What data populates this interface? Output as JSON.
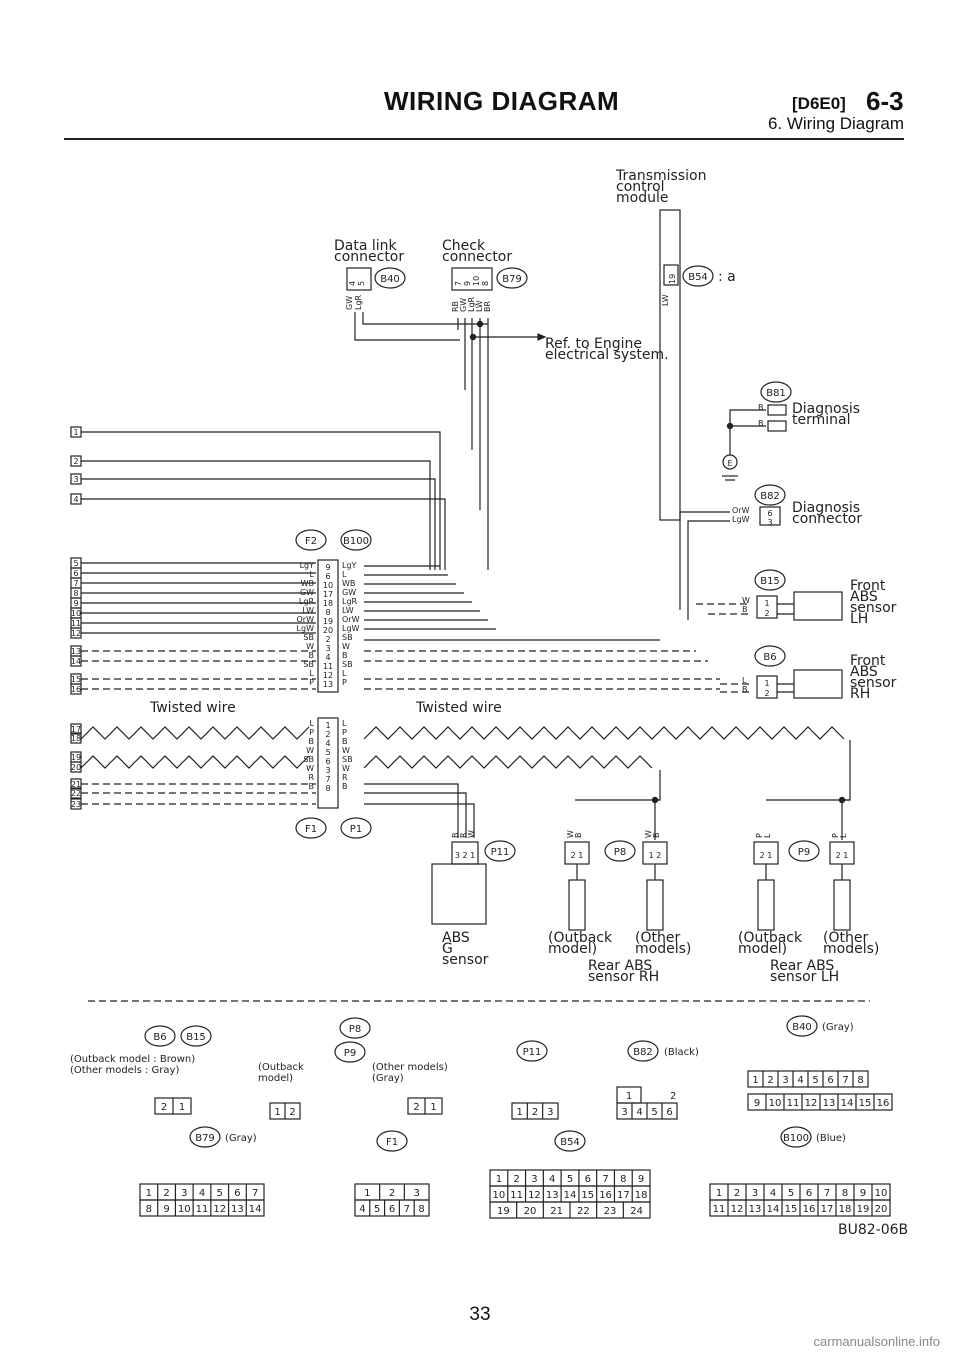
{
  "header": {
    "title": "WIRING DIAGRAM",
    "code": "[D6E0]",
    "section": "6-3",
    "subtitle": "6. Wiring Diagram"
  },
  "components": {
    "tcm": "Transmission control module",
    "tcm_lines": [
      "Transmission",
      "control",
      "module"
    ],
    "data_link": [
      "Data link",
      "connector"
    ],
    "check": [
      "Check",
      "connector"
    ],
    "ref_engine": [
      "Ref. to Engine",
      "electrical system."
    ],
    "diag_terminal": [
      "Diagnosis",
      "terminal"
    ],
    "diag_connector": [
      "Diagnosis",
      "connector"
    ],
    "front_abs_lh": [
      "Front",
      "ABS",
      "sensor",
      "LH"
    ],
    "front_abs_rh": [
      "Front",
      "ABS",
      "sensor",
      "RH"
    ],
    "twisted_wire": "Twisted wire",
    "abs_g": [
      "ABS",
      "G",
      "sensor"
    ],
    "outback_model": [
      "(Outback",
      "model)"
    ],
    "other_models": [
      "(Other",
      "models)"
    ],
    "rear_abs_rh": [
      "Rear ABS",
      "sensor RH"
    ],
    "rear_abs_lh": [
      "Rear ABS",
      "sensor LH"
    ],
    "b54_suffix": ": a",
    "ground": "E"
  },
  "connectors": {
    "B40": "B40",
    "B79": "B79",
    "B54": "B54",
    "B81": "B81",
    "B82": "B82",
    "B15": "B15",
    "B6": "B6",
    "F2": "F2",
    "B100": "B100",
    "F1": "F1",
    "P1": "P1",
    "P11": "P11",
    "P8": "P8",
    "P9": "P9"
  },
  "left_terminals": [
    "1",
    "2",
    "3",
    "4",
    "5",
    "6",
    "7",
    "8",
    "9",
    "10",
    "11",
    "12",
    "13",
    "14",
    "15",
    "16",
    "17",
    "18",
    "19",
    "20",
    "21",
    "22",
    "23"
  ],
  "f2_colors": [
    "LgY",
    "L",
    "WB",
    "GW",
    "LgR",
    "LW",
    "OrW",
    "LgW",
    "SB",
    "W",
    "B",
    "SB",
    "L",
    "P"
  ],
  "f2_pins": [
    "9",
    "6",
    "10",
    "17",
    "18",
    "8",
    "19",
    "20",
    "2",
    "3",
    "4",
    "11",
    "12",
    "13"
  ],
  "b100_colors": [
    "LgY",
    "L",
    "WB",
    "GW",
    "LgR",
    "LW",
    "OrW",
    "LgW",
    "SB",
    "W",
    "B",
    "SB",
    "L",
    "P"
  ],
  "f1_colors": [
    "L",
    "P",
    "B",
    "W",
    "SB",
    "W",
    "R",
    "B"
  ],
  "f1_pins": [
    "1",
    "2",
    "4",
    "5",
    "6",
    "3",
    "7",
    "8"
  ],
  "p1_colors": [
    "L",
    "P",
    "B",
    "W",
    "SB",
    "W",
    "R",
    "B"
  ],
  "wire_labels": {
    "b40_wires": [
      "GW",
      "LgR"
    ],
    "b40_pins": [
      "4",
      "5"
    ],
    "b79_wires": [
      "RB",
      "GW",
      "LgR",
      "LW",
      "BR"
    ],
    "b79_pins": [
      "7",
      "9",
      "10",
      "8"
    ],
    "b54_wire": "LW",
    "b54_pin": "19",
    "b81_wires": [
      "B",
      "B"
    ],
    "b82_wires": [
      "OrW",
      "LgW"
    ],
    "b82_pins": [
      "6",
      "3"
    ],
    "b15_wires": [
      "W",
      "B"
    ],
    "b6_wires": [
      "L",
      "B"
    ],
    "p11_wires": [
      "B",
      "R",
      "W"
    ],
    "p8_out_wires": [
      "W",
      "B"
    ],
    "p8_oth_wires": [
      "W",
      "B"
    ],
    "p9_out_wires": [
      "P",
      "L"
    ],
    "p9_oth_wires": [
      "P",
      "L"
    ]
  },
  "legend": {
    "b6_b15_colors": [
      "(Outback model : Brown)",
      "(Other models : Gray)"
    ],
    "outback_model": [
      "(Outback",
      "model)"
    ],
    "other_models_gray": [
      "(Other models)",
      "(Gray)"
    ],
    "black": "(Black)",
    "gray": "(Gray)",
    "blue": "(Blue)",
    "b6_pins": [
      "2",
      "1"
    ],
    "p8_out_pins": [
      "1",
      "2"
    ],
    "p9_pins": [
      "2",
      "1"
    ],
    "p11_pins": [
      "1",
      "2",
      "3"
    ],
    "b82_pins": [
      "1",
      "2",
      "3",
      "4",
      "5",
      "6"
    ],
    "b40_pins": [
      "1",
      "2",
      "3",
      "4",
      "5",
      "6",
      "7",
      "8",
      "9",
      "10",
      "11",
      "12",
      "13",
      "14",
      "15",
      "16"
    ],
    "b79_pins": [
      "1",
      "2",
      "3",
      "4",
      "5",
      "6",
      "7",
      "8",
      "9",
      "10",
      "11",
      "12",
      "13",
      "14"
    ],
    "f1_pins": [
      "1",
      "2",
      "3",
      "4",
      "5",
      "6",
      "7",
      "8"
    ],
    "b54_pins": [
      "1",
      "2",
      "3",
      "4",
      "5",
      "6",
      "7",
      "8",
      "9",
      "10",
      "11",
      "12",
      "13",
      "14",
      "15",
      "16",
      "17",
      "18",
      "19",
      "20",
      "21",
      "22",
      "23",
      "24"
    ],
    "b100_pins": [
      "1",
      "2",
      "3",
      "4",
      "5",
      "6",
      "7",
      "8",
      "9",
      "10",
      "11",
      "12",
      "13",
      "14",
      "15",
      "16",
      "17",
      "18",
      "19",
      "20"
    ]
  },
  "code": "BU82-06B",
  "page_number": "33",
  "watermark": "carmanualsonline.info",
  "colors": {
    "ink": "#222222"
  }
}
